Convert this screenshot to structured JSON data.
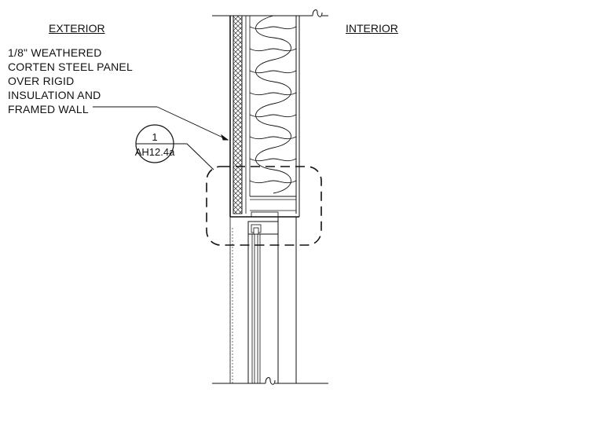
{
  "headings": {
    "exterior": "EXTERIOR",
    "interior": "INTERIOR"
  },
  "note": {
    "lines": [
      "1/8\" WEATHERED",
      "CORTEN STEEL PANEL",
      "OVER RIGID",
      "INSULATION AND",
      "FRAMED WALL"
    ]
  },
  "callout": {
    "number": "1",
    "sheet": "AH12.4a"
  },
  "colors": {
    "line": "#111111",
    "hatch": "#333333",
    "background": "#ffffff"
  }
}
